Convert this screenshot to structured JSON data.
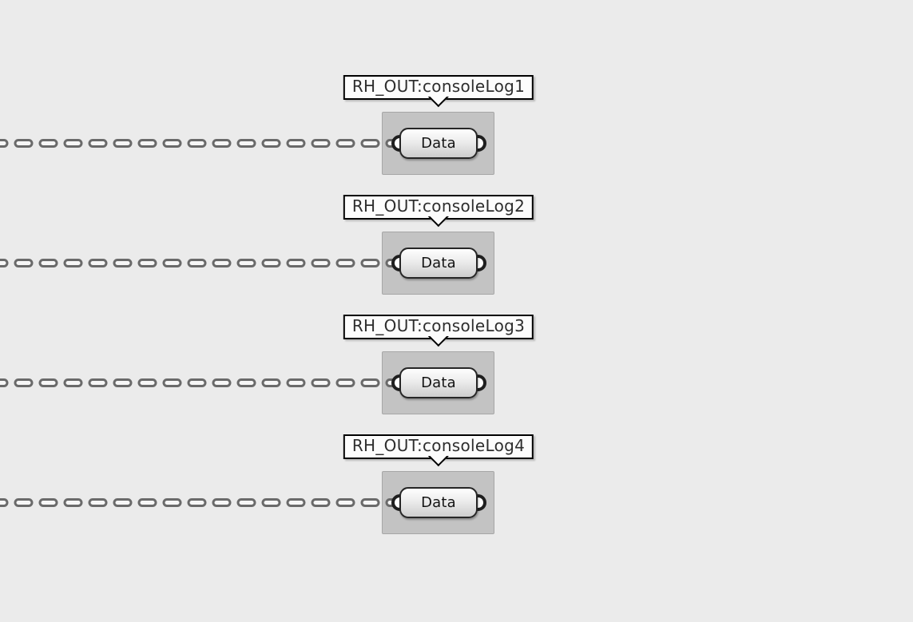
{
  "canvas": {
    "type": "grasshopper-node-canvas",
    "background_color": "#ebebeb",
    "wire_style": "dashed-tree"
  },
  "colors": {
    "panel_fill": "#c3c3c3",
    "panel_border": "#a6a6a6",
    "wire_outline": "#6a6a6a",
    "wire_inner": "#f6f6f6",
    "capsule_border": "#262626",
    "grip_ring": "#1f1f1f",
    "balloon_fill": "#fcfcfc",
    "balloon_border": "#000000"
  },
  "nodes": [
    {
      "label": "RH_OUT:consoleLog1",
      "capsule_label": "Data"
    },
    {
      "label": "RH_OUT:consoleLog2",
      "capsule_label": "Data"
    },
    {
      "label": "RH_OUT:consoleLog3",
      "capsule_label": "Data"
    },
    {
      "label": "RH_OUT:consoleLog4",
      "capsule_label": "Data"
    }
  ]
}
